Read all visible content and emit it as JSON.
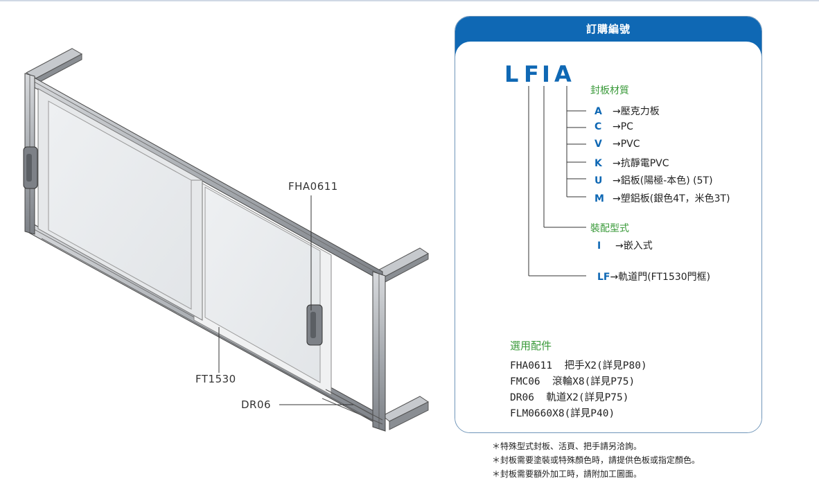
{
  "illustration": {
    "callouts": {
      "handle": "FHA0611",
      "track": "FT1530",
      "rail": "DR06"
    }
  },
  "order_panel": {
    "title": "訂購編號",
    "code_letters": [
      "L",
      "F",
      "I",
      "A"
    ],
    "panel_material": {
      "label": "封板材質",
      "options": [
        {
          "key": "A",
          "text": "→壓克力板"
        },
        {
          "key": "C",
          "text": "→PC"
        },
        {
          "key": "V",
          "text": "→PVC"
        },
        {
          "key": "K",
          "text": "→抗靜電PVC"
        },
        {
          "key": "U",
          "text": "→鋁板(陽極-本色) (5T)"
        },
        {
          "key": "M",
          "text": "→塑鋁板(銀色4T，米色3T)"
        }
      ]
    },
    "assembly_type": {
      "label": "裝配型式",
      "options": [
        {
          "key": "I",
          "text": "→嵌入式"
        }
      ]
    },
    "door_frame": {
      "key": "LF",
      "text": "→軌道門(FT1530門框)"
    },
    "accessories": {
      "title": "選用配件",
      "items": [
        "FHA0611  把手X2(詳見P80)",
        "FMC06  滾輪X8(詳見P75)",
        "DR06  軌道X2(詳見P75)",
        "FLM0660X8(詳見P40)"
      ]
    }
  },
  "notes": [
    "＊特殊型式封板、活頁、把手請另洽詢。",
    "＊封板需要塗裝或特殊顏色時，請提供色板或指定顏色。",
    "＊封板需要額外加工時，請附加工圖面。"
  ],
  "colors": {
    "accent_blue": "#0f68b4",
    "group_green": "#3a9a3a",
    "frame_gray": "#b9bcc0"
  }
}
